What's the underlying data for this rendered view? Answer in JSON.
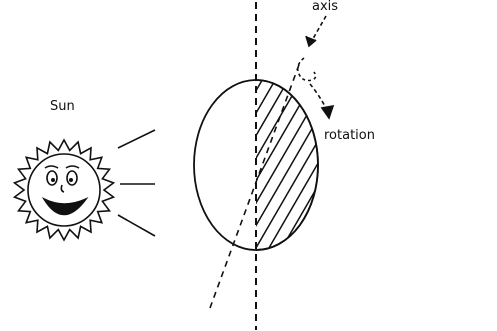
{
  "labels": {
    "sun": "Sun",
    "axis": "axis",
    "rotation": "rotation"
  },
  "colors": {
    "ink": "#111111",
    "background": "#ffffff"
  }
}
